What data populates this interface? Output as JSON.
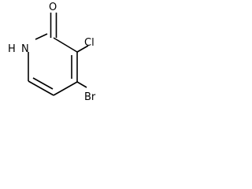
{
  "molecule": {
    "atoms": {
      "oxygen": "O",
      "nitrogen_hydrogen": "H",
      "nitrogen": "N",
      "chlorine": "Cl",
      "bromine": "Br"
    }
  },
  "colors": {
    "bond": "#000000",
    "label": "#000000",
    "background": "#ffffff"
  }
}
